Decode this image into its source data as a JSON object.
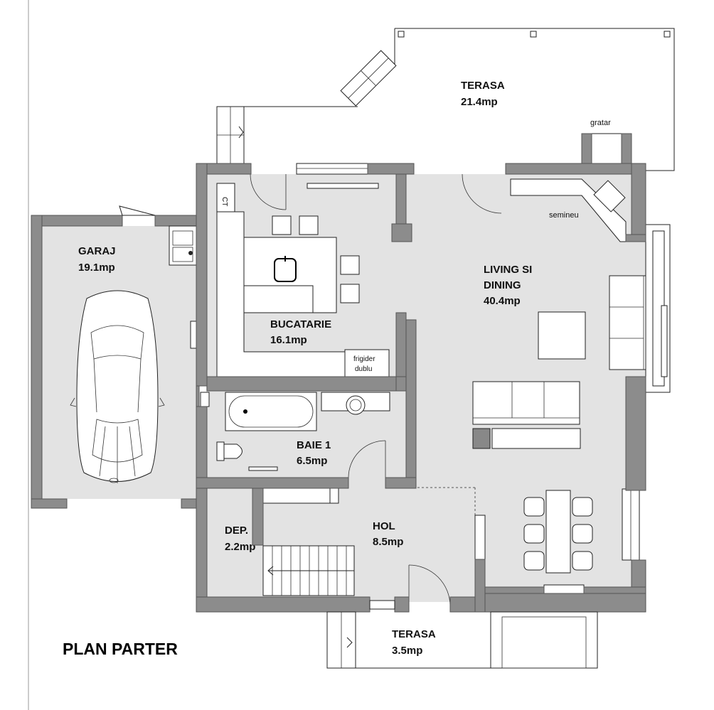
{
  "plan_title": "PLAN PARTER",
  "rooms": {
    "terasa_top": {
      "name": "TERASA",
      "area": "21.4mp"
    },
    "garaj": {
      "name": "GARAJ",
      "area": "19.1mp"
    },
    "living": {
      "name_line1": "LIVING SI",
      "name_line2": "DINING",
      "area": "40.4mp"
    },
    "bucatarie": {
      "name": "BUCATARIE",
      "area": "16.1mp"
    },
    "baie": {
      "name": "BAIE 1",
      "area": "6.5mp"
    },
    "hol": {
      "name": "HOL",
      "area": "8.5mp"
    },
    "dep": {
      "name": "DEP.",
      "area": "2.2mp"
    },
    "terasa_bottom": {
      "name": "TERASA",
      "area": "3.5mp"
    }
  },
  "labels": {
    "gratar": "gratar",
    "semineu": "semineu",
    "frigider_line1": "frigider",
    "frigider_line2": "dublu",
    "ct": "CT"
  }
}
